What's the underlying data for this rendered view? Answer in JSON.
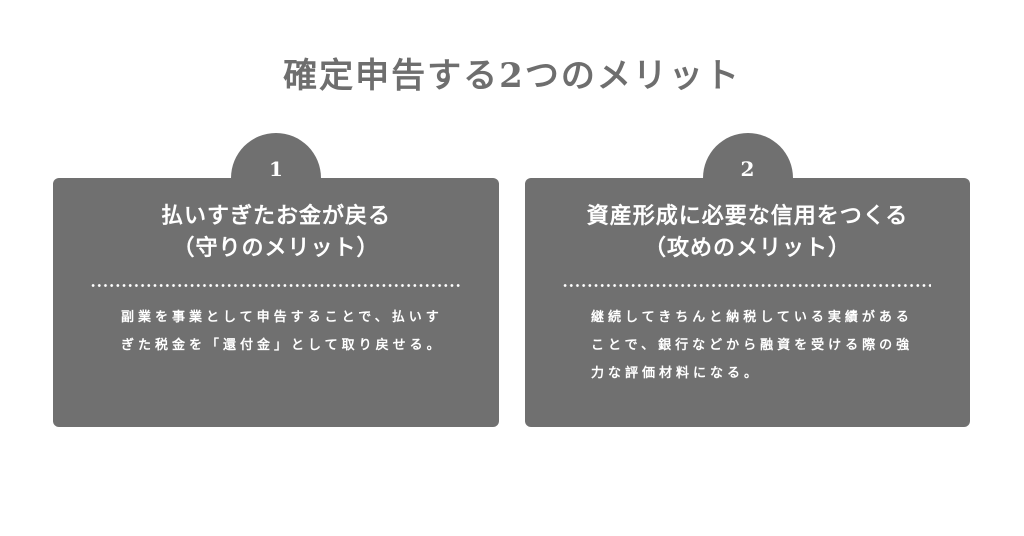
{
  "title": "確定申告する2つのメリット",
  "colors": {
    "card_bg": "#707070",
    "title_text": "#6e6e6e",
    "card_text": "#ffffff",
    "page_bg": "#ffffff"
  },
  "cards": [
    {
      "number": "1",
      "title_line1": "払いすぎたお金が戻る",
      "title_line2": "（守りのメリット）",
      "body": "副業を事業として申告することで、払いすぎた税金を「還付金」として取り戻せる。"
    },
    {
      "number": "2",
      "title_line1": "資産形成に必要な信用をつくる",
      "title_line2": "（攻めのメリット）",
      "body": "継続してきちんと納税している実績があることで、銀行などから融資を受ける際の強力な評価材料になる。"
    }
  ]
}
